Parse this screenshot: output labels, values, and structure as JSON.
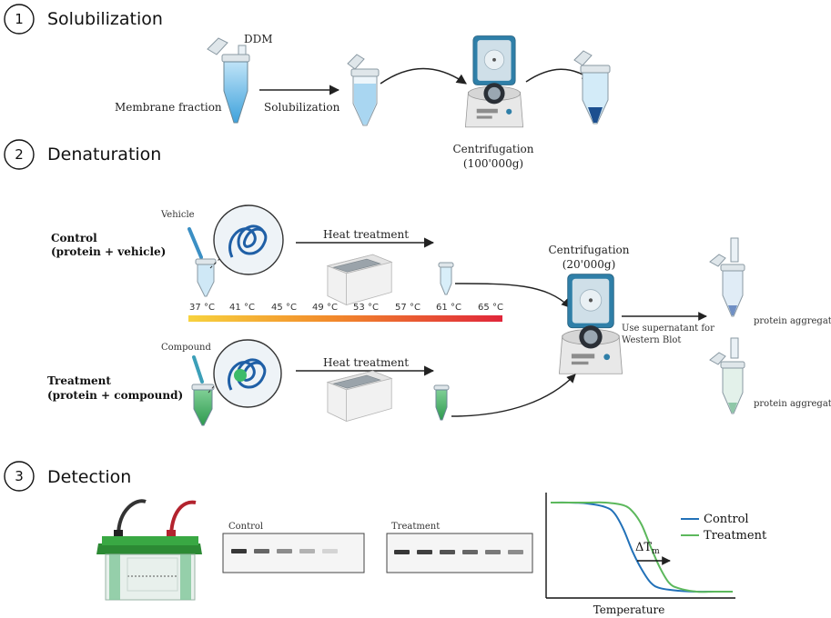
{
  "sections": [
    {
      "number": "1",
      "title": "Solubilization"
    },
    {
      "number": "2",
      "title": "Denaturation"
    },
    {
      "number": "3",
      "title": "Detection"
    }
  ],
  "solubilization": {
    "ddm": "DDM",
    "membrane_fraction": "Membrane fraction",
    "arrow_label": "Solubilization",
    "centrifugation": "Centrifugation",
    "centrifugation_speed": "(100'000g)"
  },
  "denaturation": {
    "control_line1": "Control",
    "control_line2": "(protein + vehicle)",
    "vehicle": "Vehicle",
    "treatment_line1": "Treatment",
    "treatment_line2": "(protein + compound)",
    "compound": "Compound",
    "heat_treatment_top": "Heat treatment",
    "heat_treatment_bottom": "Heat treatment",
    "temperatures": [
      "37 °C",
      "41 °C",
      "45 °C",
      "49 °C",
      "53 °C",
      "57 °C",
      "61 °C",
      "65 °C"
    ],
    "centrifugation": "Centrifugation",
    "centrifugation_speed": "(20'000g)",
    "supernatant_line1": "Use supernatant for",
    "supernatant_line2": "Western Blot",
    "aggregate_top": "protein aggregate",
    "aggregate_bottom": "protein aggregate"
  },
  "detection": {
    "blot_control": "Control",
    "blot_treatment": "Treatment",
    "control_band_intensity": [
      0.95,
      0.7,
      0.5,
      0.3,
      0.12
    ],
    "treatment_band_intensity": [
      0.95,
      0.9,
      0.8,
      0.7,
      0.6,
      0.5
    ]
  },
  "chart_data": {
    "type": "line",
    "xlabel": "Temperature",
    "ylabel": "",
    "annotation": "ΔT",
    "annotation_sub": "m",
    "series": [
      {
        "name": "Control",
        "color": "#2271b8",
        "x": [
          0,
          10,
          20,
          30,
          35,
          40,
          45,
          50,
          55,
          60,
          70,
          80,
          90,
          100
        ],
        "y": [
          1.0,
          1.0,
          0.99,
          0.95,
          0.88,
          0.7,
          0.45,
          0.25,
          0.1,
          0.04,
          0.01,
          0.0,
          0.0,
          0.0
        ]
      },
      {
        "name": "Treatment",
        "color": "#5cb85c",
        "x": [
          0,
          10,
          20,
          30,
          40,
          45,
          50,
          55,
          60,
          65,
          70,
          80,
          90,
          100
        ],
        "y": [
          1.0,
          1.0,
          1.0,
          1.0,
          0.97,
          0.9,
          0.75,
          0.5,
          0.27,
          0.1,
          0.04,
          0.0,
          0.0,
          0.0
        ]
      }
    ]
  }
}
